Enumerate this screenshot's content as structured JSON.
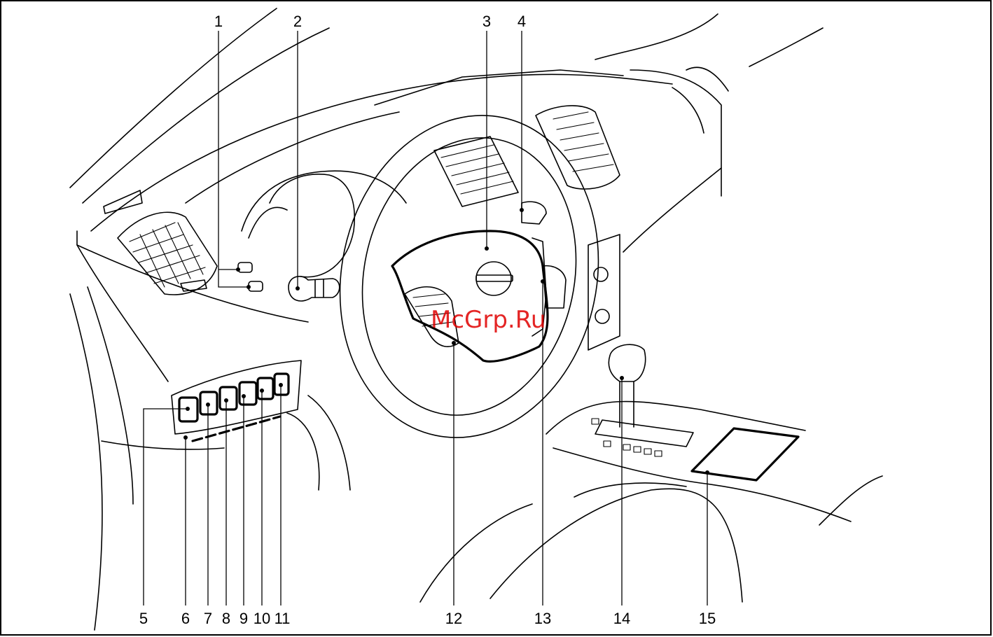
{
  "callouts": [
    {
      "label": "1"
    },
    {
      "label": "2"
    },
    {
      "label": "3"
    },
    {
      "label": "4"
    },
    {
      "label": "5"
    },
    {
      "label": "6"
    },
    {
      "label": "7"
    },
    {
      "label": "8"
    },
    {
      "label": "9"
    },
    {
      "label": "10"
    },
    {
      "label": "11"
    },
    {
      "label": "12"
    },
    {
      "label": "13"
    },
    {
      "label": "14"
    },
    {
      "label": "15"
    }
  ],
  "watermark": "McGrp.Ru"
}
